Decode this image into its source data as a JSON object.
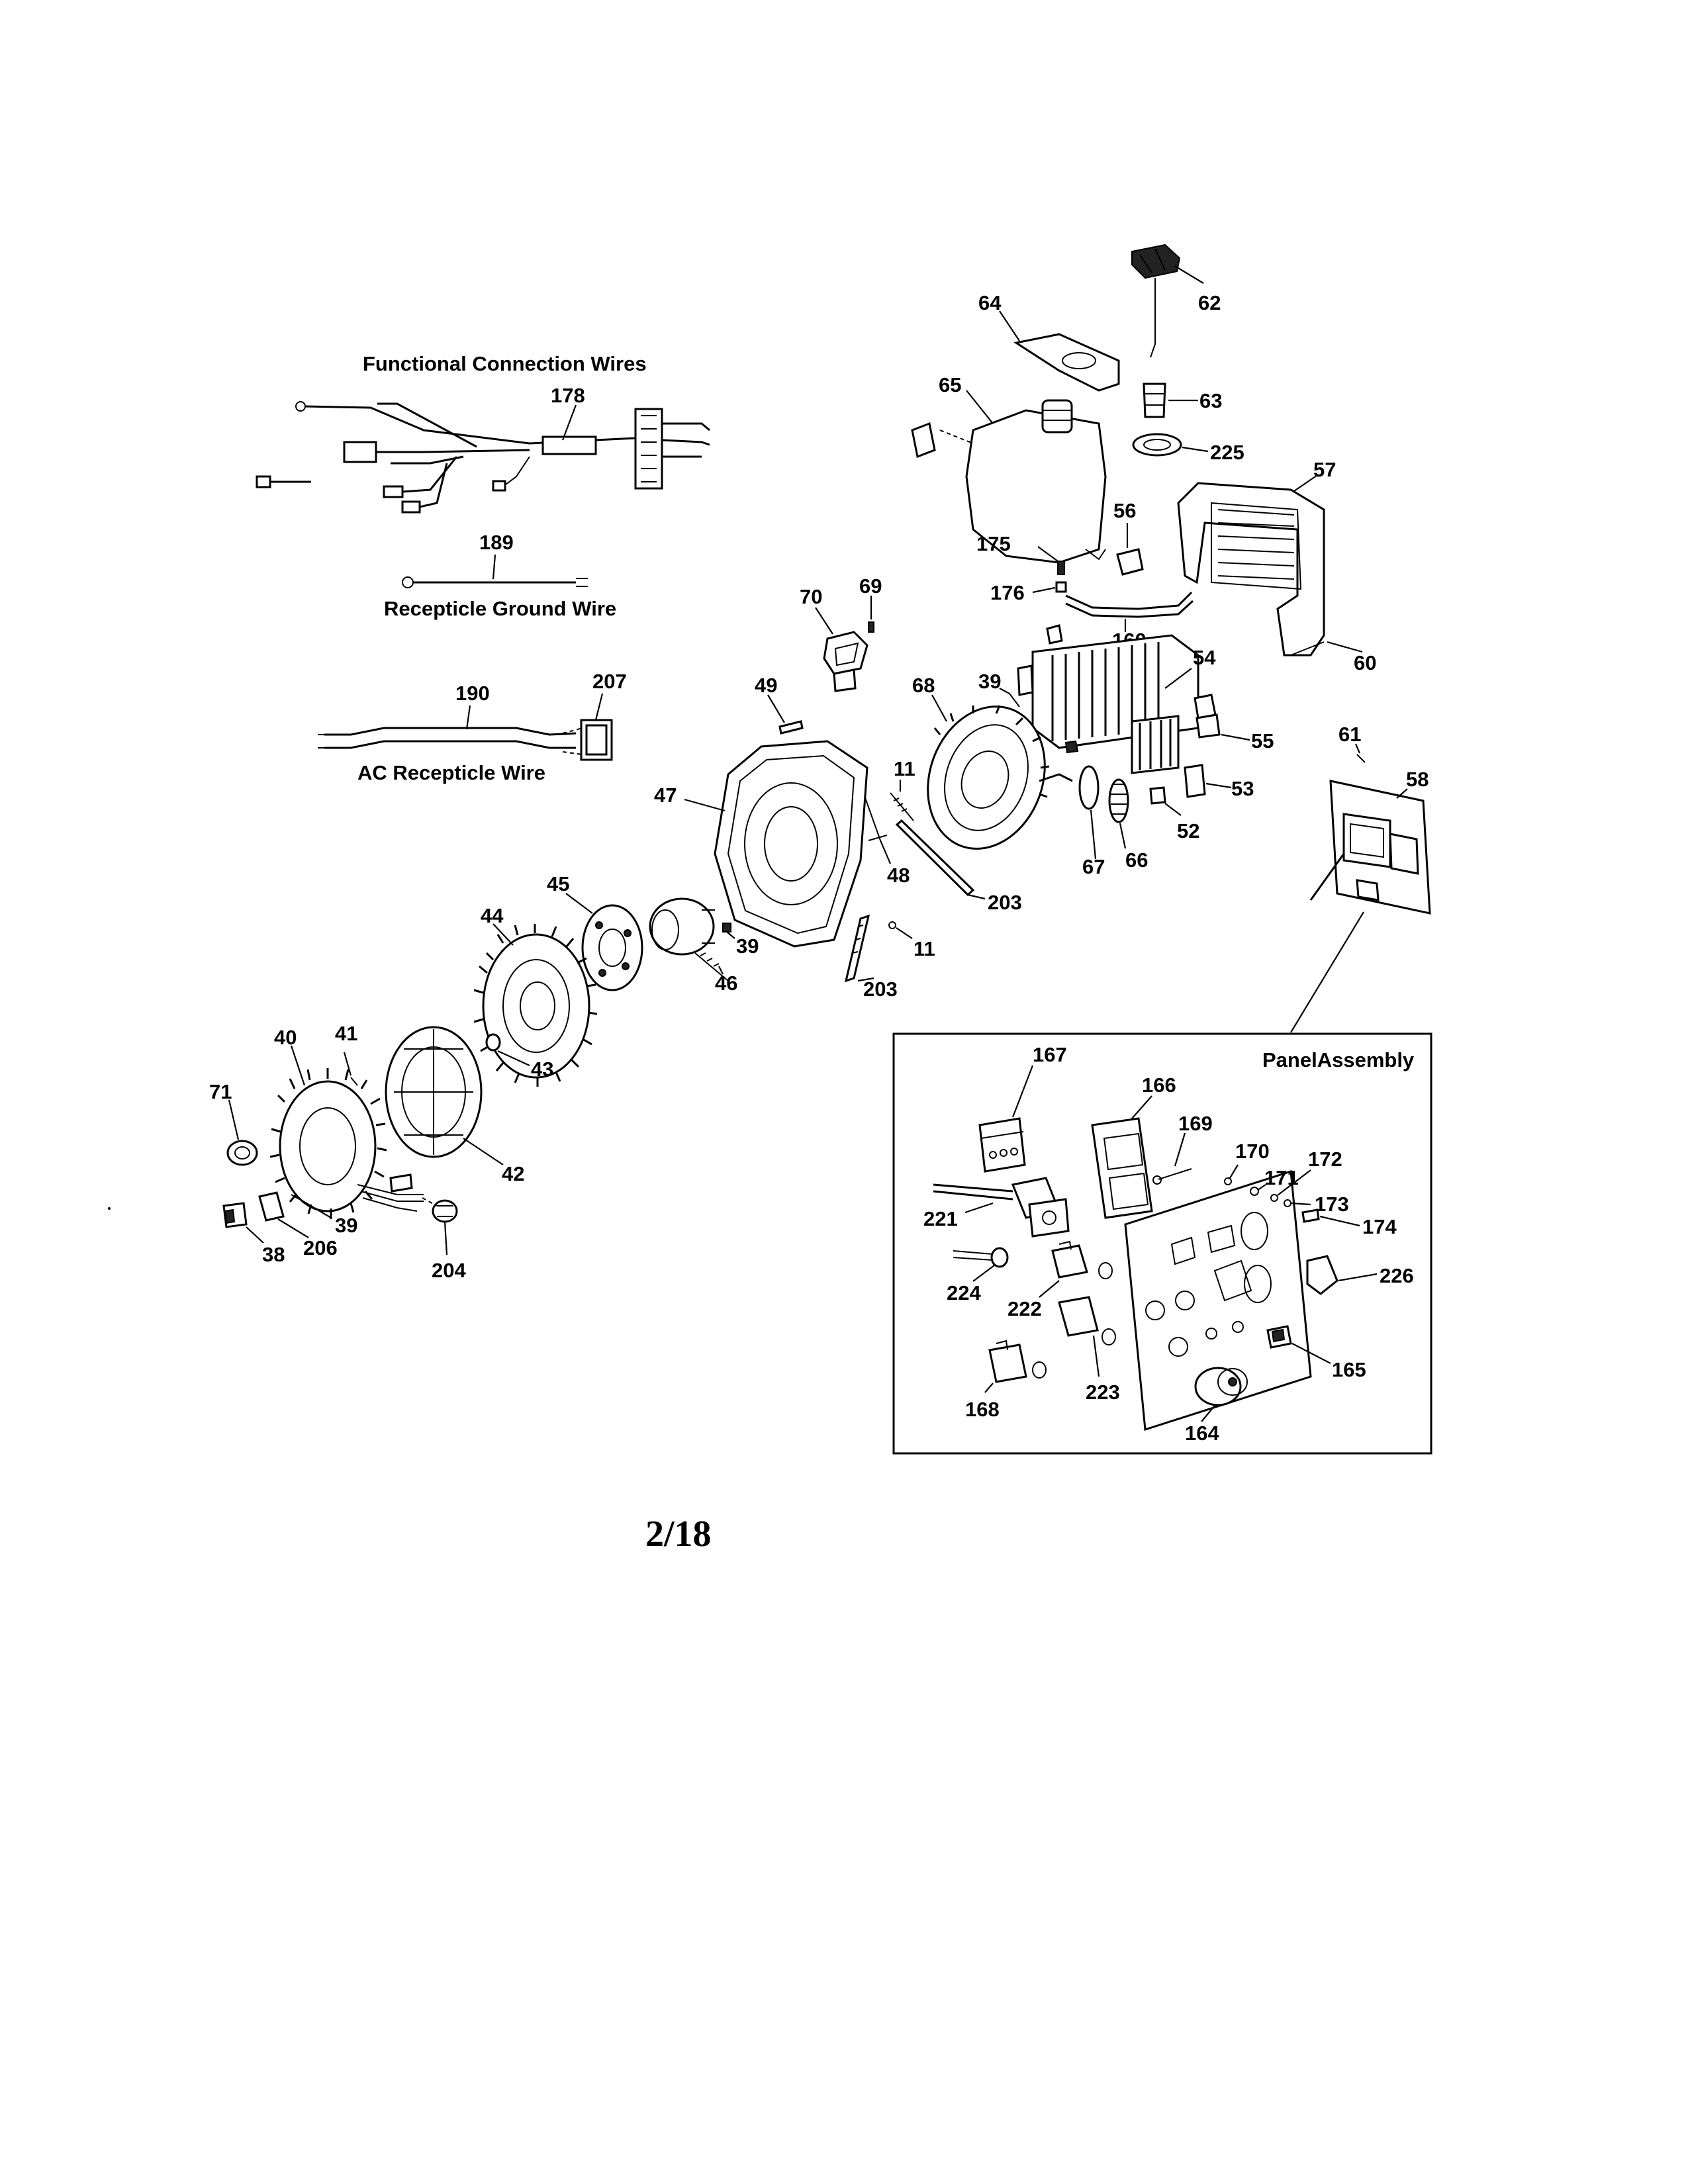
{
  "page_number": "2/18",
  "captions": {
    "functional_wires": "Functional Connection Wires",
    "ground_wire": "Recepticle Ground Wire",
    "ac_wire": "AC Recepticle Wire",
    "panel_assembly": "PanelAssembly"
  },
  "callouts": {
    "c62": "62",
    "c64": "64",
    "c63": "63",
    "c65": "65",
    "c225": "225",
    "c57": "57",
    "c56": "56",
    "c175": "175",
    "c176": "176",
    "c160": "160",
    "c69": "69",
    "c70": "70",
    "c54": "54",
    "c60": "60",
    "c49": "49",
    "c68": "68",
    "c39a": "39",
    "c55": "55",
    "c61": "61",
    "c58": "58",
    "c11a": "11",
    "c53": "53",
    "c47": "47",
    "c52": "52",
    "c48": "48",
    "c67": "67",
    "c66": "66",
    "c203a": "203",
    "c45": "45",
    "c44": "44",
    "c39b": "39",
    "c11b": "11",
    "c46": "46",
    "c203b": "203",
    "c41": "41",
    "c40": "40",
    "c71": "71",
    "c43": "43",
    "c42": "42",
    "c39c": "39",
    "c38": "38",
    "c206": "206",
    "c204": "204",
    "c178": "178",
    "c189": "189",
    "c190": "190",
    "c207": "207",
    "c167": "167",
    "c166": "166",
    "c169": "169",
    "c170": "170",
    "c172": "172",
    "c171": "171",
    "c173": "173",
    "c174": "174",
    "c221": "221",
    "c226": "226",
    "c224": "224",
    "c222": "222",
    "c165": "165",
    "c168": "168",
    "c223": "223",
    "c164": "164"
  }
}
